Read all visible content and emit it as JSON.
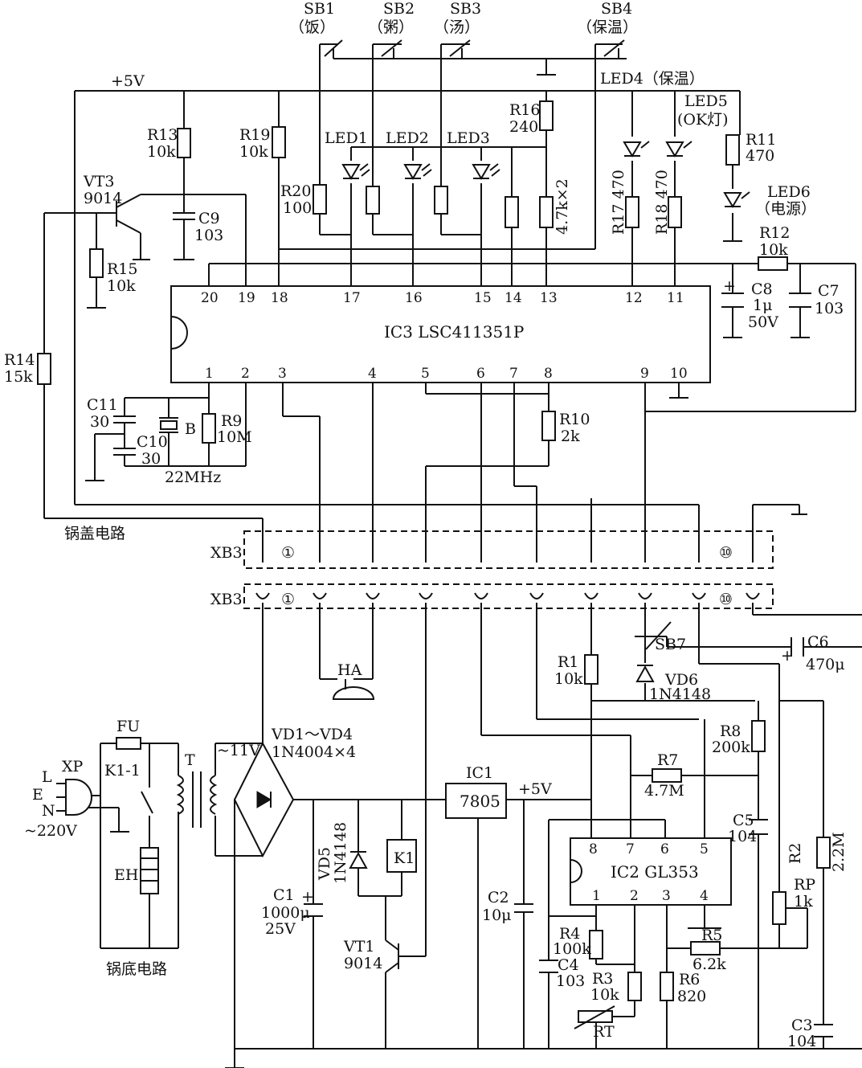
{
  "labels": {
    "sb1": "SB1",
    "sb1_sub": "（饭）",
    "sb2": "SB2",
    "sb2_sub": "（粥）",
    "sb3": "SB3",
    "sb3_sub": "（汤）",
    "sb4": "SB4",
    "sb4_sub": "（保温）",
    "v5_top": "+5V",
    "r13": "R13",
    "r13_val": "10k",
    "r19": "R19",
    "r19_val": "10k",
    "r16": "R16",
    "r16_val": "240",
    "vt3": "VT3",
    "vt3_val": "9014",
    "c9": "C9",
    "c9_val": "103",
    "r15": "R15",
    "r15_val": "10k",
    "r20": "R20",
    "r20_val": "100",
    "led1": "LED1",
    "led2": "LED2",
    "led3": "LED3",
    "led4": "LED4（保温）",
    "led5": "LED5",
    "led5_sub": "(OK灯)",
    "r11": "R11",
    "r11_val": "470",
    "led6": "LED6",
    "led6_sub": "（电源）",
    "r4k7": "4.7k×2",
    "r17": "R17 470",
    "r18": "R18 470",
    "r12": "R12",
    "r12_val": "10k",
    "c8": "C8",
    "c8_val1": "1μ",
    "c8_val2": "50V",
    "c7": "C7",
    "c7_val": "103",
    "ic3": "IC3  LSC411351P",
    "r14": "R14",
    "r14_val": "15k",
    "c11": "C11",
    "c11_val": "30",
    "c10": "C10",
    "c10_val": "30",
    "crystal": "B",
    "crystal_freq": "22MHz",
    "r9": "R9",
    "r9_val": "10M",
    "r10": "R10",
    "r10_val": "2k",
    "lid_circuit": "锅盖电路",
    "xb3_top": "XB3",
    "xb3_bottom": "XB3",
    "pin_first": "①",
    "pin_last": "⑩",
    "ha": "HA",
    "r1": "R1",
    "r1_val": "10k",
    "sb7": "SB7",
    "vd6": "VD6",
    "vd6_val": "1N4148",
    "c6": "C6",
    "c6_val": "470μ",
    "fu": "FU",
    "xp": "XP",
    "k1_1": "K1-1",
    "t": "T",
    "t_v": "~11V",
    "vd1_4": "VD1～VD4",
    "vd1_4_val": "1N4004×4",
    "l": "L",
    "e": "E",
    "n": "N",
    "mains": "~220V",
    "eh": "EH",
    "base_circuit": "锅底电路",
    "ic1": "IC1",
    "ic1_val": "7805",
    "v5_bottom": "+5V",
    "r8": "R8",
    "r8_val": "200k",
    "r7": "R7",
    "r7_val": "4.7M",
    "vd5": "VD5",
    "vd5_val": "1N4148",
    "k1": "K1",
    "c1": "C1",
    "c1_val1": "1000μ",
    "c1_val2": "25V",
    "vt1": "VT1",
    "vt1_val": "9014",
    "c2": "C2",
    "c2_val": "10μ",
    "ic2": "IC2  GL353",
    "c5": "C5",
    "c5_val": "104",
    "r2": "R2",
    "r2_val": "2.2M",
    "rp": "RP",
    "rp_val": "1k",
    "r4": "R4",
    "r4_val": "100k",
    "c4": "C4",
    "c4_val": "103",
    "r3": "R3",
    "r3_val": "10k",
    "rt": "RT",
    "r5": "R5",
    "r5_val": "6.2k",
    "r6": "R6",
    "r6_val": "820",
    "c3": "C3",
    "c3_val": "104"
  },
  "ic3_pins_top": [
    "20",
    "19",
    "18",
    "17",
    "16",
    "15",
    "14",
    "13",
    "12",
    "11"
  ],
  "ic3_pins_bottom": [
    "1",
    "2",
    "3",
    "4",
    "5",
    "6",
    "7",
    "8",
    "9",
    "10"
  ],
  "ic2_pins_top": [
    "8",
    "7",
    "6",
    "5"
  ],
  "ic2_pins_bottom": [
    "1",
    "2",
    "3",
    "4"
  ]
}
